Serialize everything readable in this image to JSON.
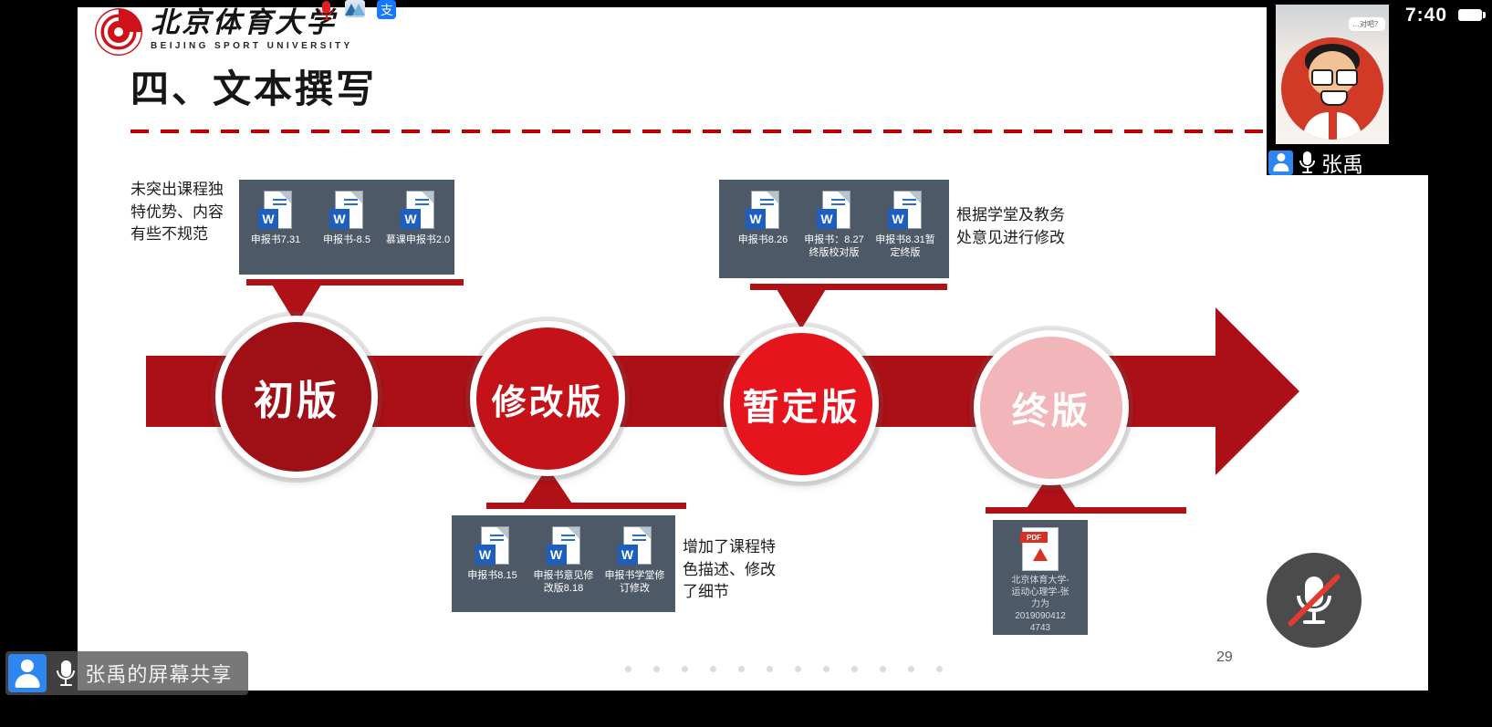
{
  "status_bar": {
    "time": "7:40"
  },
  "phone_icons": {
    "alipay_glyph": "支"
  },
  "icons": {
    "word_glyph": "W",
    "pdf_glyph": "PDF"
  },
  "logo": {
    "name_cn": "北京体育大学",
    "name_en": "BEIJING SPORT UNIVERSITY"
  },
  "colors": {
    "slide_accent_red": "#c00000",
    "arrow_red": "#ab1016",
    "pointer_red": "#b01117",
    "docs_box_bg": "#4e5967",
    "mute_slash_red": "#e23c30",
    "tile_blue": "#2e86f0"
  },
  "slide": {
    "title": "四、文本撰写",
    "page_number": "29",
    "stages": [
      {
        "label": "初版",
        "color": "#9e1016"
      },
      {
        "label": "修改版",
        "color": "#c31218"
      },
      {
        "label": "暂定版",
        "color": "#e6141d"
      },
      {
        "label": "终版",
        "color": "#f2b6ba"
      }
    ],
    "doc_groups": [
      {
        "docs": [
          "申报书7.31",
          "申报书-8.5",
          "慕课申报书2.0"
        ]
      },
      {
        "docs": [
          "申报书8.15",
          "申报书意见修\n改版8.18",
          "申报书学堂修\n订修改"
        ]
      },
      {
        "docs": [
          "申报书8.26",
          "申报书：8.27\n终版校对版",
          "申报书8.31暂\n定终版"
        ]
      }
    ],
    "pdf_doc": {
      "label": "北京体育大学-\n运动心理学-张\n力为\n2019090412\n4743"
    },
    "annotations": {
      "initial": "未突出课程独\n特优势、内容\n有些不规范",
      "revised": "增加了课程特\n色描述、修改\n了细节",
      "tentative": "根据学堂及教务\n处意见进行修改"
    }
  },
  "meeting": {
    "participant_name": "张禹",
    "speech_bubble": "…对吧？",
    "screen_share_label": "张禹的屏幕共享"
  }
}
